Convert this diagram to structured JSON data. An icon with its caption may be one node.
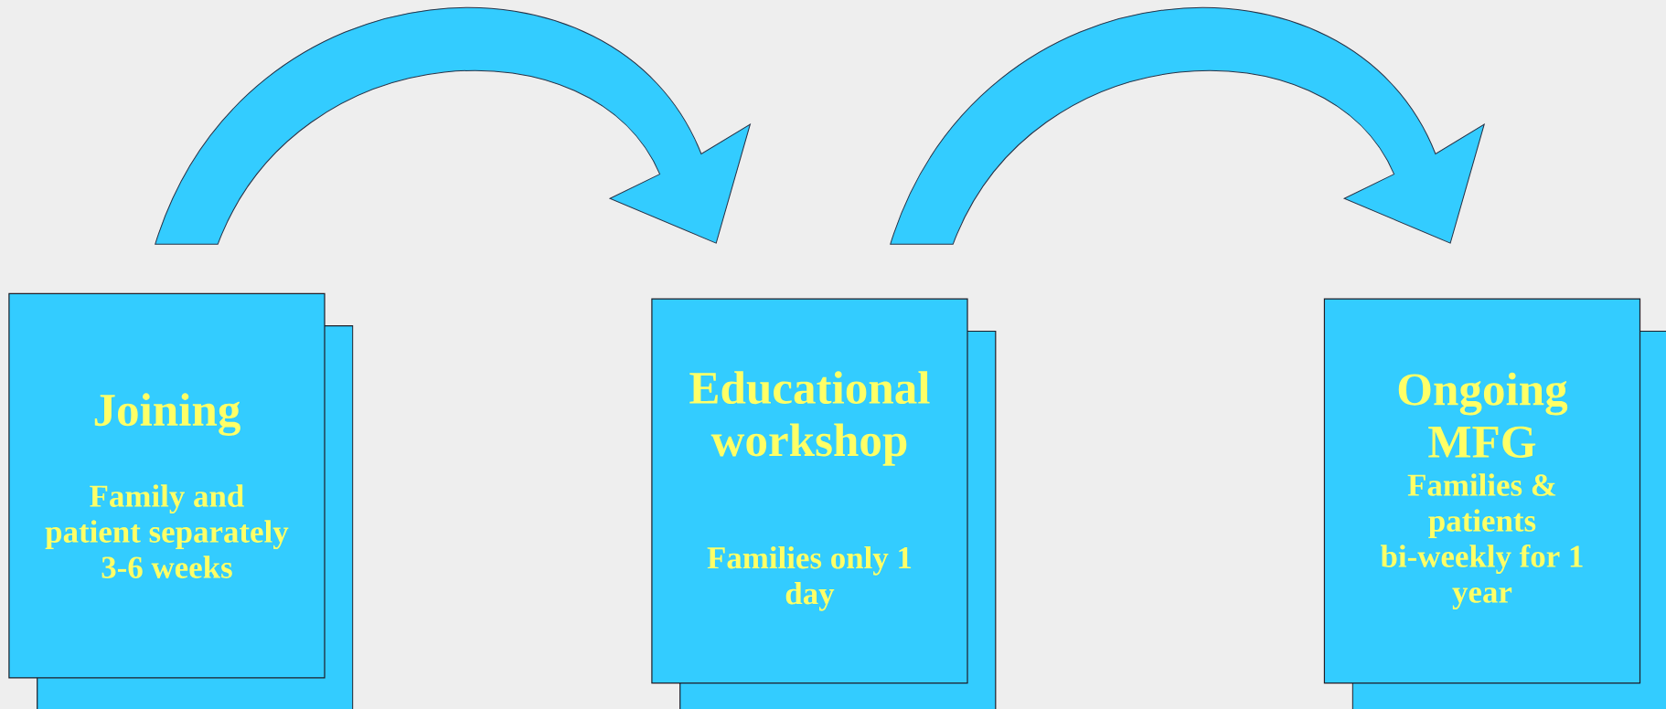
{
  "diagram": {
    "nodes": [
      {
        "text": [
          "Joining",
          "Family and patient separately 3-6 weeks"
        ]
      },
      {
        "text": [
          "Educational workshop",
          "Families only 1 day"
        ]
      },
      {
        "text": [
          "Ongoing MFG",
          "Families & patients bi-weekly for 1 year"
        ]
      }
    ],
    "edges": [
      {
        "from": 0,
        "to": 1,
        "arrow": "to"
      },
      {
        "from": 1,
        "to": 2,
        "arrow": "to"
      }
    ]
  }
}
